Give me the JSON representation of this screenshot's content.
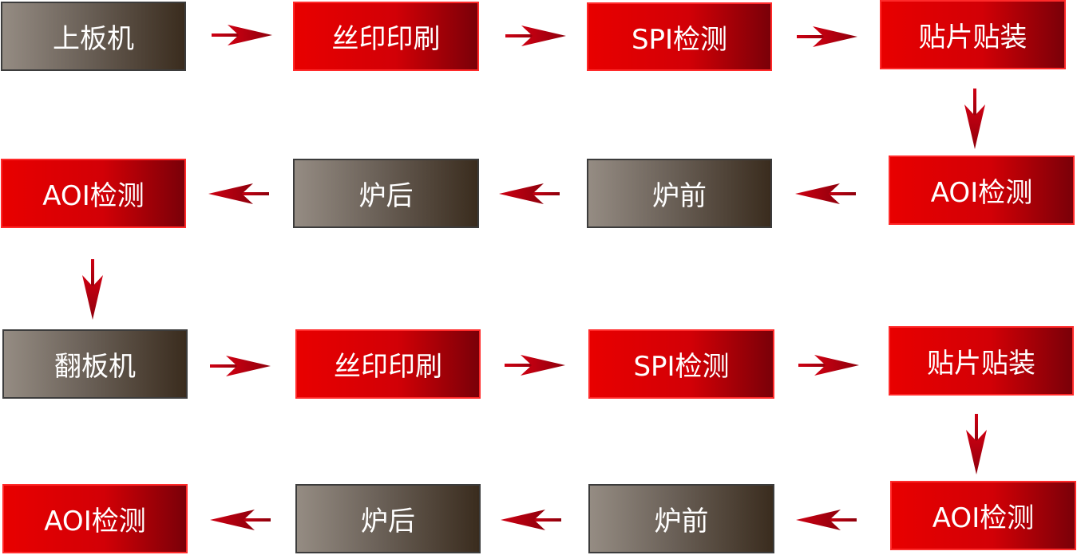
{
  "colors": {
    "red_start": "#e80000",
    "red_end": "#7a0008",
    "gray_start": "#958c83",
    "gray_end": "#3a2c1e",
    "arrow": "#b5000f"
  },
  "rows": [
    {
      "direction": "right",
      "steps": [
        {
          "label": "上板机",
          "style": "gray"
        },
        {
          "label": "丝印印刷",
          "style": "red"
        },
        {
          "label": "SPI检测",
          "style": "red"
        },
        {
          "label": "贴片贴装",
          "style": "red"
        }
      ]
    },
    {
      "direction": "left",
      "steps": [
        {
          "label": "AOI检测",
          "style": "red"
        },
        {
          "label": "炉后",
          "style": "gray"
        },
        {
          "label": "炉前",
          "style": "gray"
        },
        {
          "label": "AOI检测",
          "style": "red"
        }
      ]
    },
    {
      "direction": "right",
      "steps": [
        {
          "label": "翻板机",
          "style": "gray"
        },
        {
          "label": "丝印印刷",
          "style": "red"
        },
        {
          "label": "SPI检测",
          "style": "red"
        },
        {
          "label": "贴片贴装",
          "style": "red"
        }
      ]
    },
    {
      "direction": "left",
      "steps": [
        {
          "label": "AOI检测",
          "style": "red"
        },
        {
          "label": "炉后",
          "style": "gray"
        },
        {
          "label": "炉前",
          "style": "gray"
        },
        {
          "label": "AOI检测",
          "style": "red"
        }
      ]
    }
  ]
}
